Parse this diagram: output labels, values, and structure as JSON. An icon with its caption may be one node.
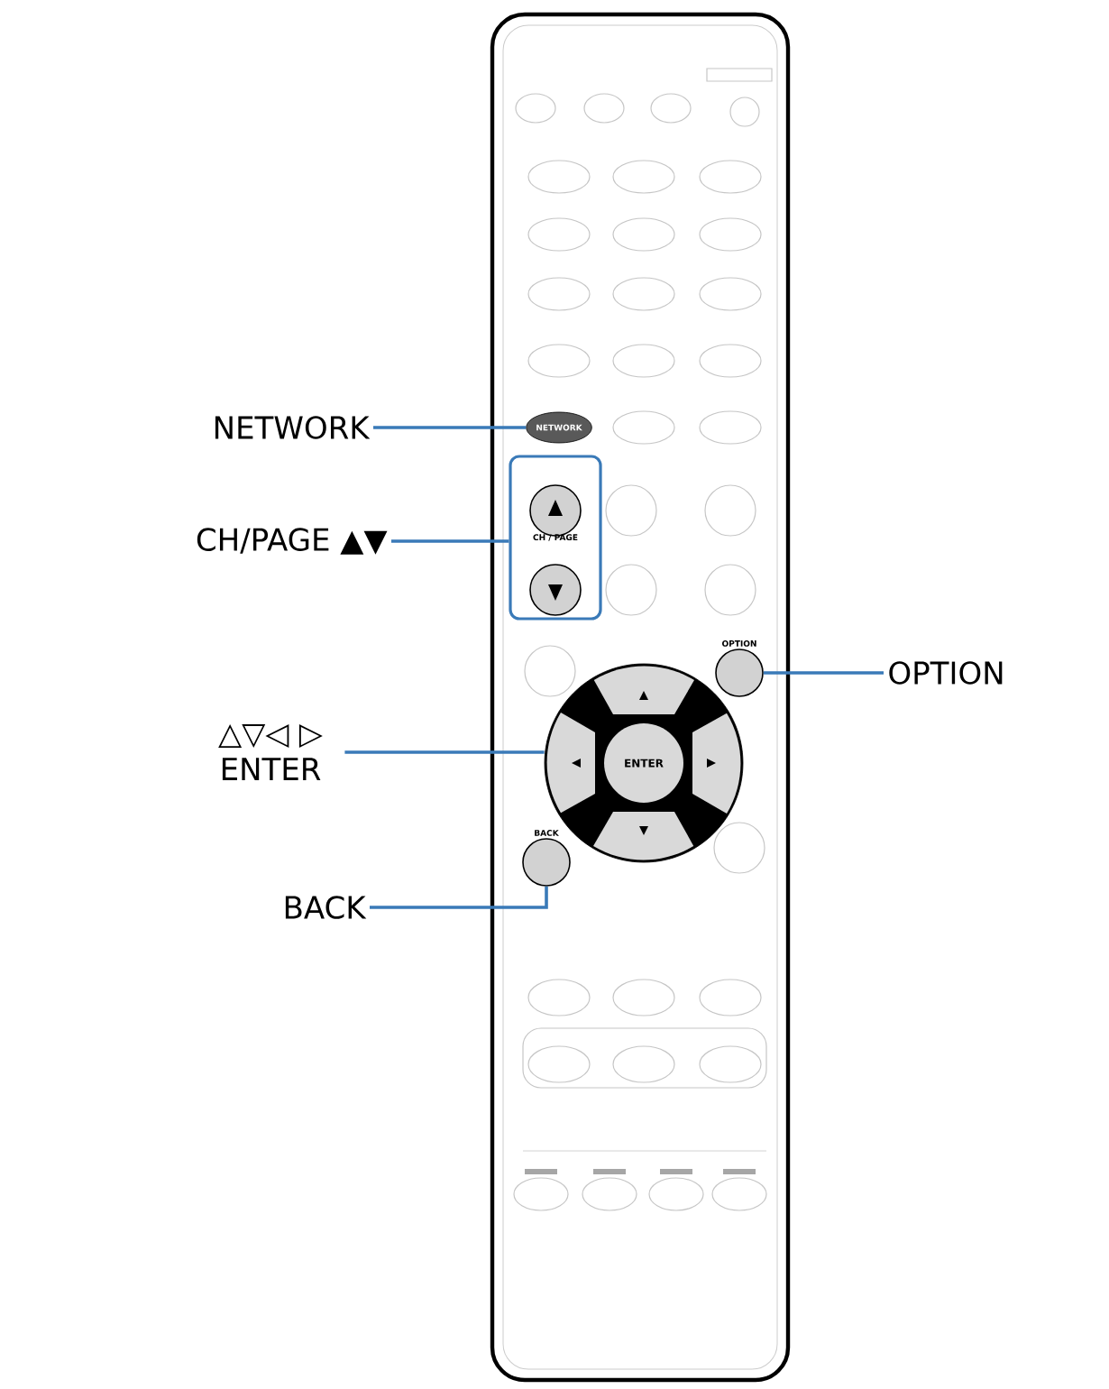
{
  "diagram": {
    "nodes": [
      {
        "text": [
          "NETWORK"
        ]
      },
      {
        "text": [
          "CH/PAGE ▲▼"
        ]
      },
      {
        "text": [
          "OPTION"
        ]
      },
      {
        "text": [
          "△▽◁ ▷ ENTER"
        ]
      },
      {
        "text": [
          "BACK"
        ]
      },
      {
        "text": [
          "NETWORK"
        ]
      },
      {
        "text": [
          "CH / PAGE"
        ]
      },
      {
        "text": [],
        "shape": "circle",
        "beside": [
          "OPTION"
        ]
      },
      {
        "text": [
          "ENTER"
        ]
      },
      {
        "text": [],
        "shape": "circle",
        "beside": [
          "BACK"
        ]
      }
    ],
    "edges": [
      {
        "from": 0,
        "to": 5,
        "arrow": "none"
      },
      {
        "from": 1,
        "to": 6,
        "arrow": "none"
      },
      {
        "from": 2,
        "to": 7,
        "arrow": "none"
      },
      {
        "from": 3,
        "to": 8,
        "arrow": "none"
      },
      {
        "from": 4,
        "to": 9,
        "arrow": "none"
      }
    ]
  }
}
